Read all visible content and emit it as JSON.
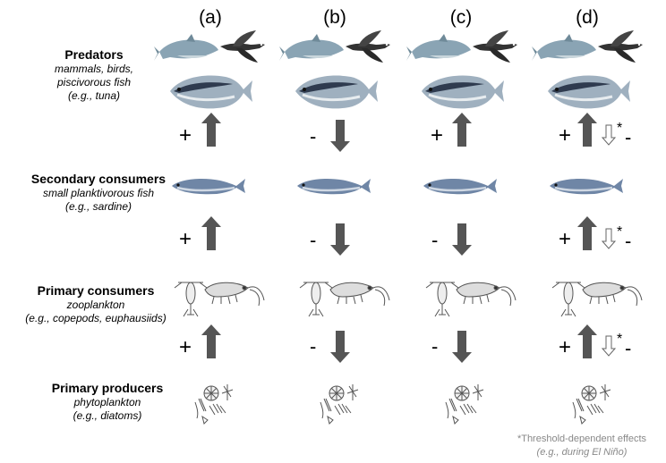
{
  "columns": [
    "(a)",
    "(b)",
    "(c)",
    "(d)"
  ],
  "levels": [
    {
      "title": "Predators",
      "desc": [
        "mammals, birds,",
        "piscivorous fish",
        "(e.g., tuna)"
      ]
    },
    {
      "title": "Secondary consumers",
      "desc": [
        "small planktivorous fish",
        "(e.g., sardine)"
      ]
    },
    {
      "title": "Primary consumers",
      "desc": [
        "zooplankton",
        "(e.g., copepods, euphausiids)"
      ]
    },
    {
      "title": "Primary producers",
      "desc": [
        "phytoplankton",
        "(e.g., diatoms)"
      ]
    }
  ],
  "effects": {
    "a": [
      "+",
      "+",
      "+"
    ],
    "b": [
      "-",
      "-",
      "-"
    ],
    "c": [
      "+",
      "-",
      "-"
    ],
    "d": [
      "+",
      "+",
      "+"
    ]
  },
  "threshold_marks": {
    "star": "*",
    "minus": "-"
  },
  "footnote": [
    "*Threshold-dependent effects",
    "(e.g., during El Niño)"
  ],
  "colors": {
    "arrow": "#555555",
    "footnote": "#888888",
    "fish_body": "#6f86a6"
  }
}
